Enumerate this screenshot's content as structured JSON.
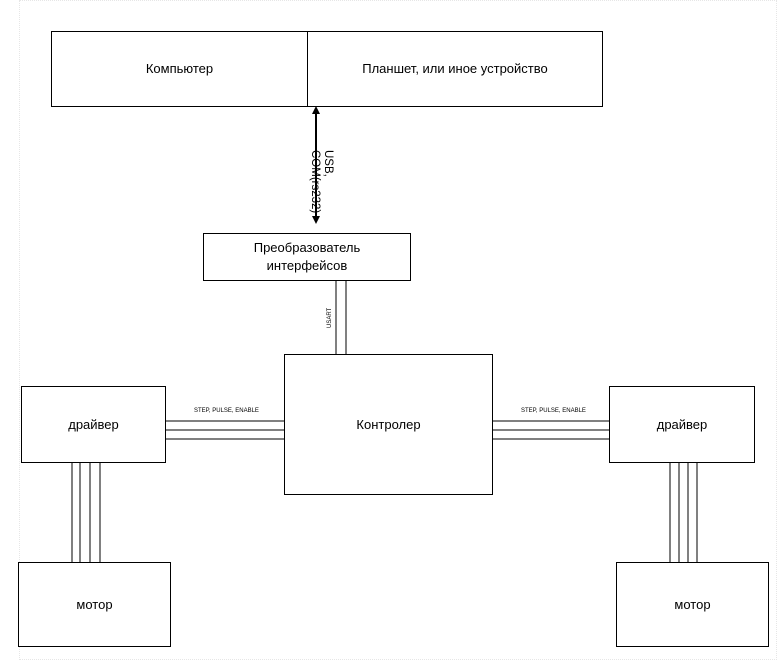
{
  "diagram": {
    "nodes": {
      "computer": "Компьютер",
      "tablet": "Планшет, или иное устройство",
      "converter": "Преобразователь\nинтерфейсов",
      "controller": "Контролер",
      "driver_left": "драйвер",
      "driver_right": "драйвер",
      "motor_left": "мотор",
      "motor_right": "мотор"
    },
    "edges": {
      "host_link_line1": "USB,",
      "host_link_line2": "COM(rs232)",
      "usart": "USART",
      "left_bus": "STEP, PULSE, ENABLE",
      "right_bus": "STEP, PULSE, ENABLE"
    }
  }
}
